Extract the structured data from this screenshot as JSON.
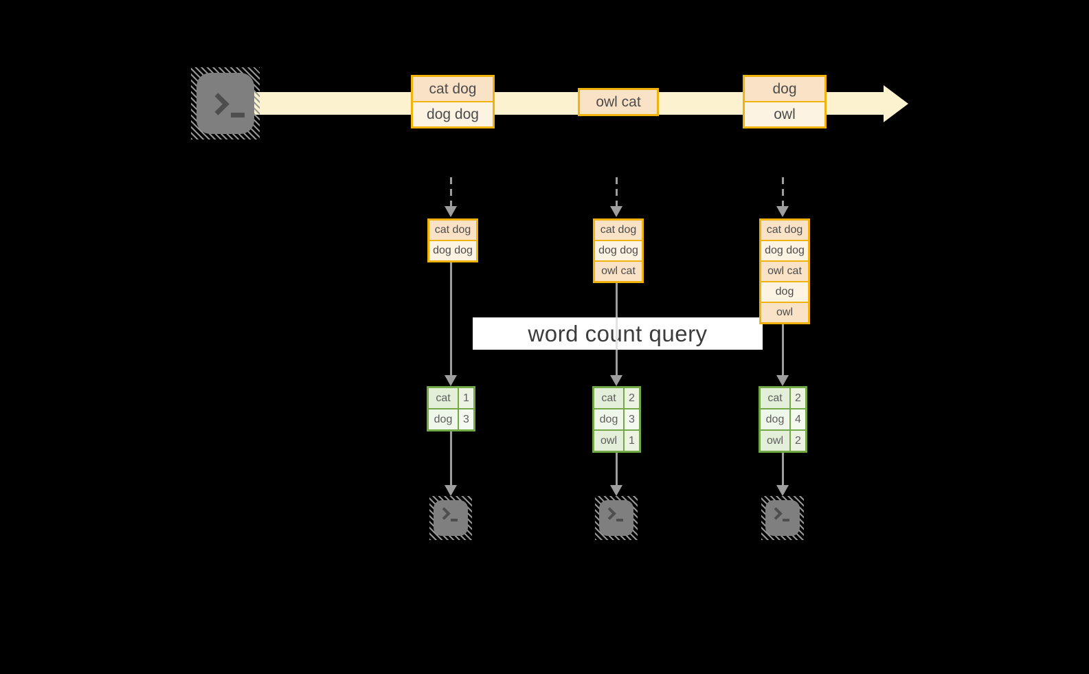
{
  "query": {
    "label": "word count query"
  },
  "stream": {
    "batches": [
      {
        "lines": [
          "cat dog",
          "dog dog"
        ]
      },
      {
        "lines": [
          "owl cat"
        ]
      },
      {
        "lines": [
          "dog",
          "owl"
        ]
      }
    ]
  },
  "states": [
    {
      "lines": [
        "cat dog",
        "dog dog"
      ]
    },
    {
      "lines": [
        "cat dog",
        "dog dog",
        "owl cat"
      ]
    },
    {
      "lines": [
        "cat dog",
        "dog dog",
        "owl cat",
        "dog",
        "owl"
      ]
    }
  ],
  "results": [
    {
      "rows": [
        [
          "cat",
          "1"
        ],
        [
          "dog",
          "3"
        ]
      ]
    },
    {
      "rows": [
        [
          "cat",
          "2"
        ],
        [
          "dog",
          "3"
        ],
        [
          "owl",
          "1"
        ]
      ]
    },
    {
      "rows": [
        [
          "cat",
          "2"
        ],
        [
          "dog",
          "4"
        ],
        [
          "owl",
          "2"
        ]
      ]
    }
  ],
  "icons": {
    "source": "terminal-icon",
    "sink_1": "terminal-icon",
    "sink_2": "terminal-icon",
    "sink_3": "terminal-icon"
  },
  "colors": {
    "box_border": "#f0b30e",
    "cell_peach": "#fae2c6",
    "cell_cream": "#fdf3e2",
    "stream_band": "#fcf2cf",
    "table_border": "#72a845",
    "table_cell_dark": "#e3efd9",
    "table_cell_light": "#eff6ea",
    "arrow_gray": "#9e9e9e",
    "terminal_gray": "#7f7f7f",
    "banner_bg": "#ffffff",
    "banner_text": "#3c3c3c"
  }
}
